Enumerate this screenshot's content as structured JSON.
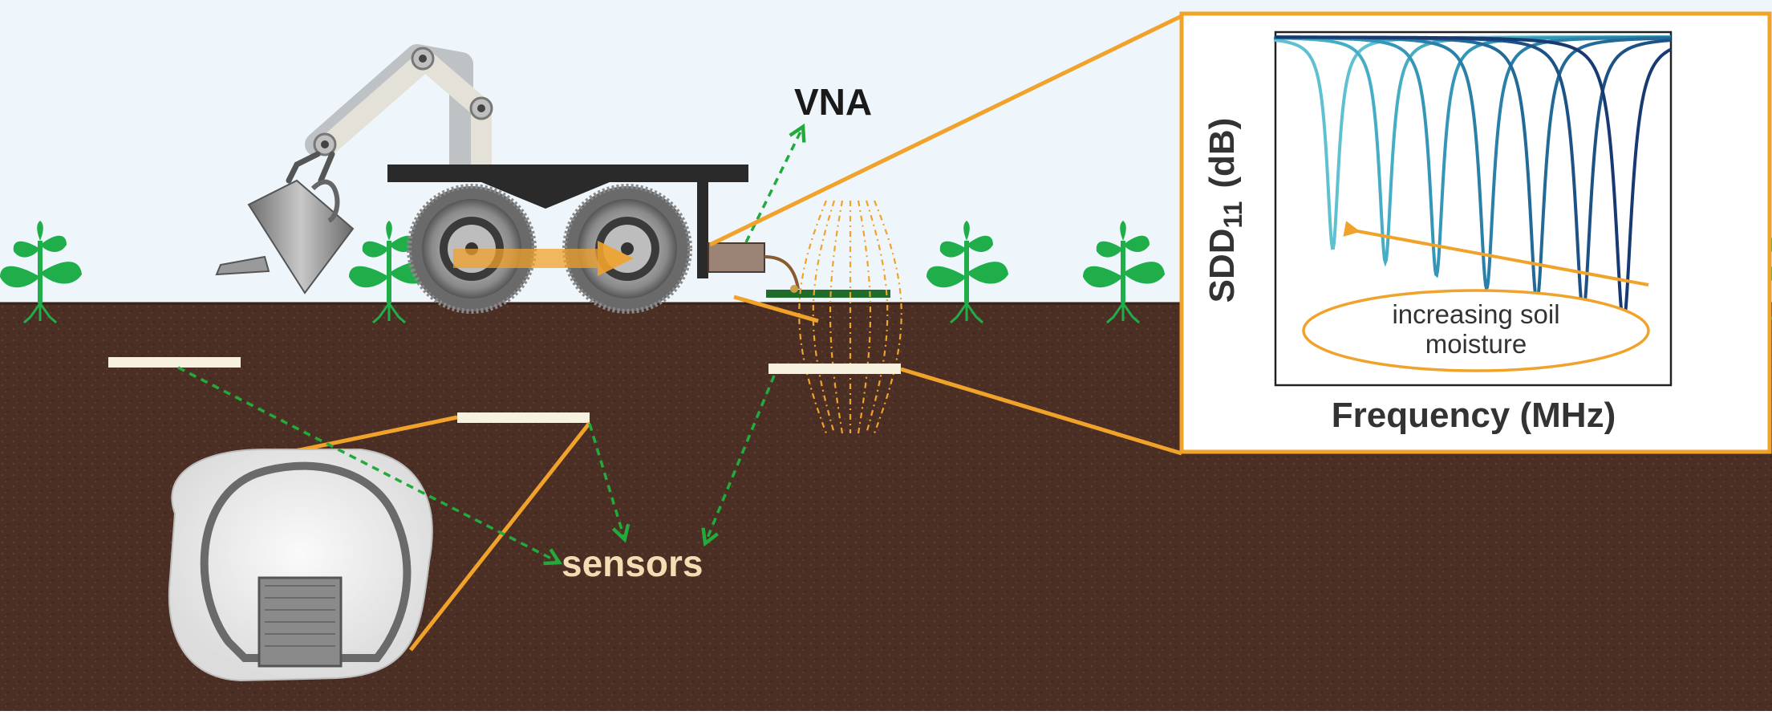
{
  "labels": {
    "vna": "VNA",
    "sensors": "sensors",
    "moisture_line1": "increasing soil",
    "moisture_line2": "moisture"
  },
  "chart_data": {
    "type": "line",
    "xlabel": "Frequency (MHz)",
    "ylabel_main": "SDD",
    "ylabel_sub": "11",
    "ylabel_unit": "(dB)",
    "annotation": "increasing soil moisture",
    "series": [
      {
        "dip_x": 0.145,
        "depth": 0.8,
        "color": "#5fc1cf"
      },
      {
        "dip_x": 0.278,
        "depth": 0.85,
        "color": "#46aec4"
      },
      {
        "dip_x": 0.407,
        "depth": 0.9,
        "color": "#3597b7"
      },
      {
        "dip_x": 0.534,
        "depth": 0.95,
        "color": "#2a80a8"
      },
      {
        "dip_x": 0.661,
        "depth": 1.0,
        "color": "#236a98"
      },
      {
        "dip_x": 0.778,
        "depth": 1.04,
        "color": "#1d5287"
      },
      {
        "dip_x": 0.88,
        "depth": 1.08,
        "color": "#173a73"
      }
    ]
  },
  "colors": {
    "sky": "#eef6fb",
    "soil": "#4a2e22",
    "accent_orange": "#f0a22b",
    "arrow_green": "#22aa3c",
    "plant_green": "#1fae4a",
    "sensor_text": "#f6dcb3"
  },
  "icons": [
    "robot-arm-icon",
    "watering-can-icon",
    "vehicle-icon",
    "plant-icon",
    "sensor-strip-icon",
    "antenna-icon"
  ]
}
